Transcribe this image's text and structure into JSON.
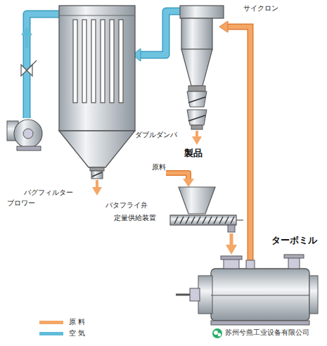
{
  "diagram": {
    "labels": [
      "サイクロン",
      "ダブルダンパ",
      "バグフィルター",
      "バタフライ弁",
      "ブロワー",
      "製品",
      "原料",
      "定量供給装置",
      "ターボミル",
      "苏州兮燕工业设备有限公司"
    ],
    "legend": [
      {
        "text": "原 料",
        "color": "#f4a766"
      },
      {
        "text": "空 気",
        "color": "#5fbcd9"
      }
    ]
  }
}
